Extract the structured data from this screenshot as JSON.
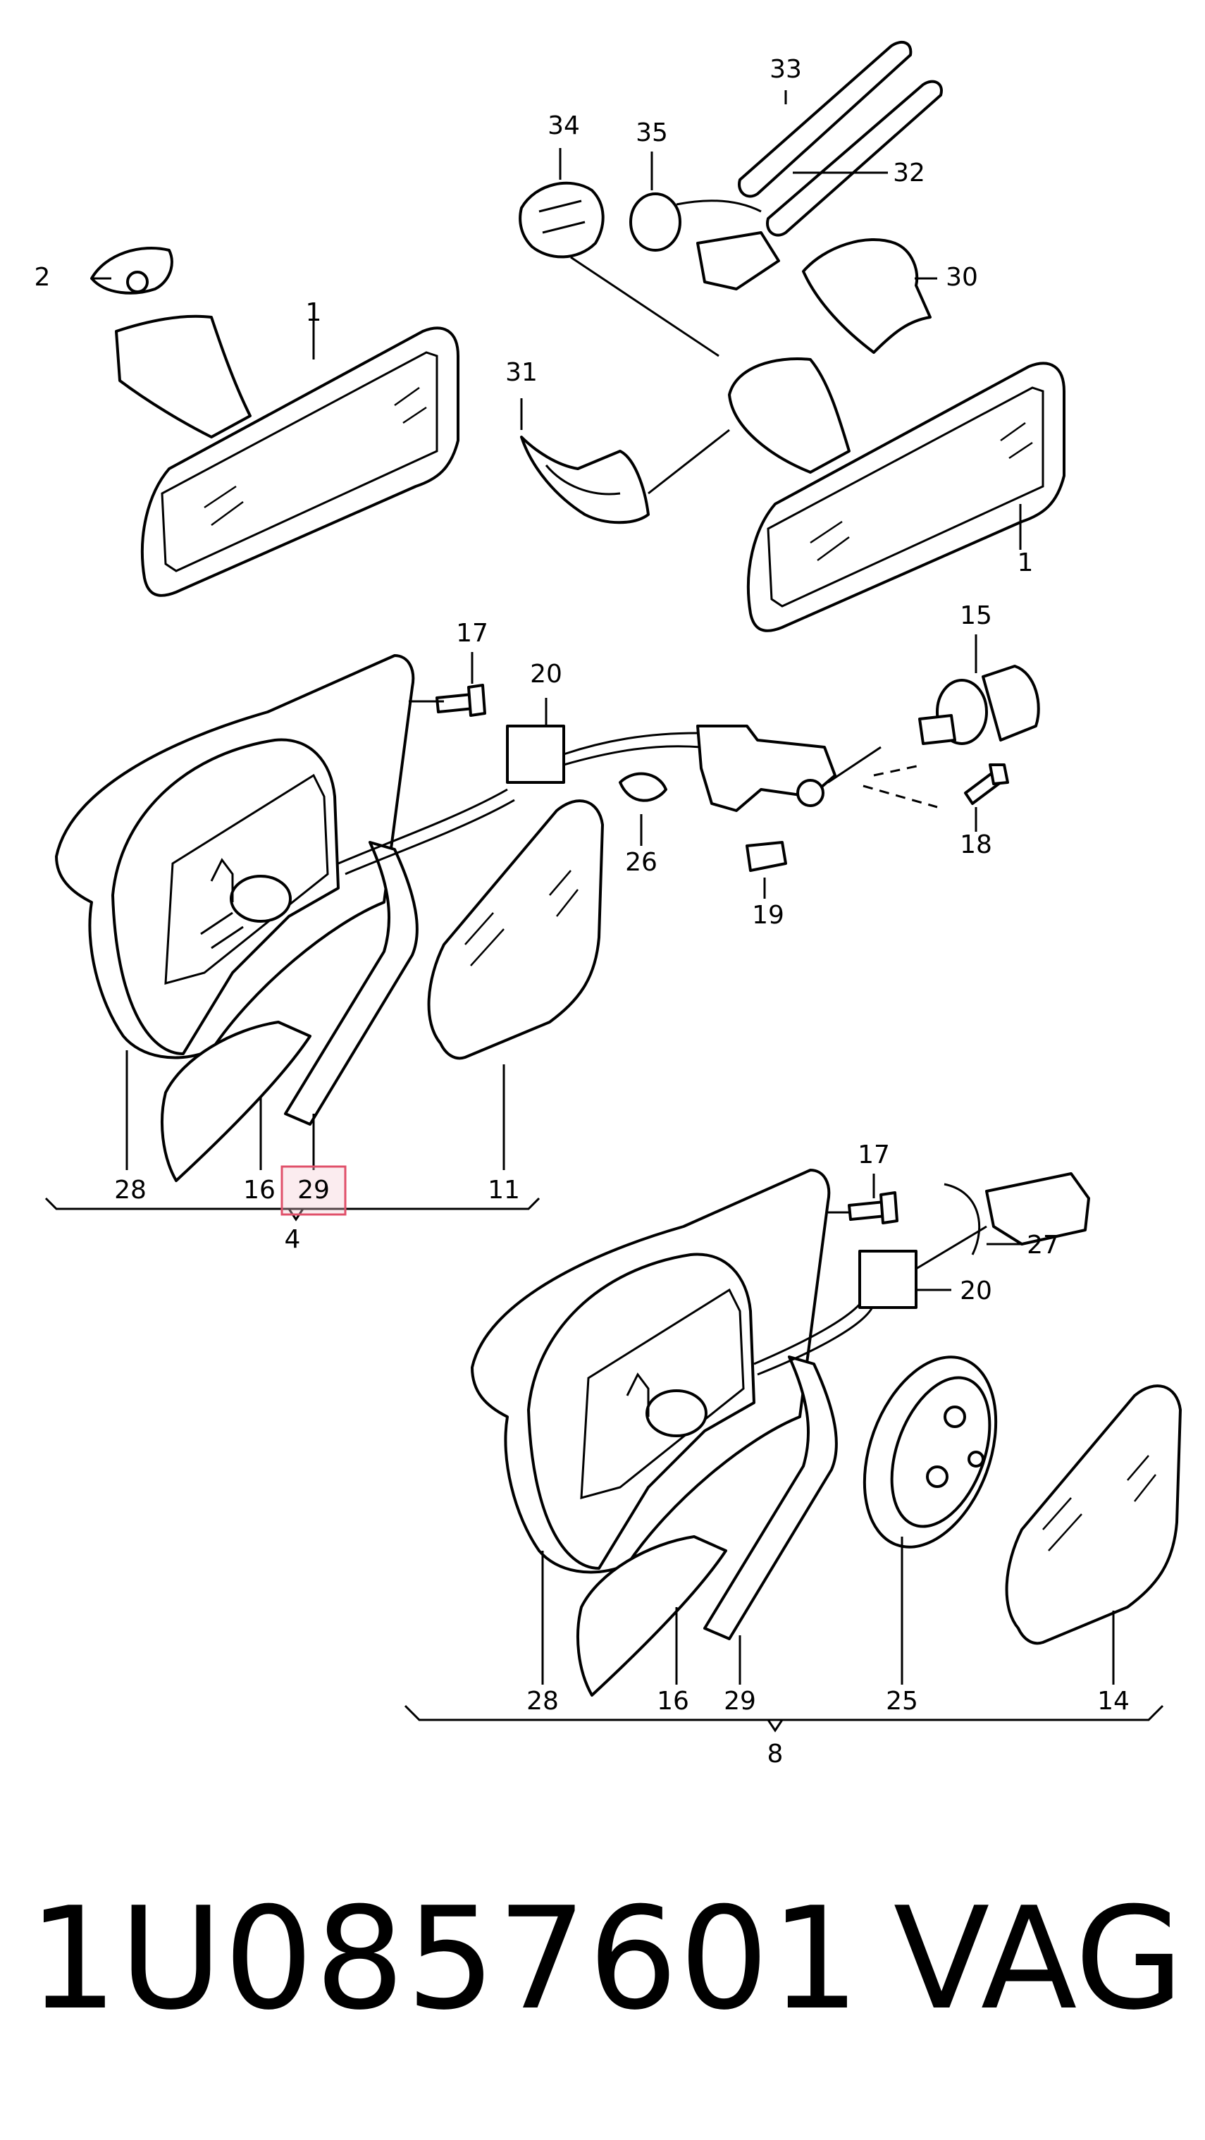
{
  "callouts": {
    "c1a": "1",
    "c1b": "1",
    "c2": "2",
    "c30": "30",
    "c31": "31",
    "c32": "32",
    "c33": "33",
    "c34": "34",
    "c35": "35",
    "c17a": "17",
    "c20a": "20",
    "c15": "15",
    "c18": "18",
    "c26": "26",
    "c19": "19",
    "c28a": "28",
    "c16a": "16",
    "c29a": "29",
    "c11": "11",
    "c4": "4",
    "c17b": "17",
    "c27": "27",
    "c20b": "20",
    "c28b": "28",
    "c16b": "16",
    "c29b": "29",
    "c25": "25",
    "c14": "14",
    "c8": "8"
  },
  "highlight": {
    "label": "29",
    "color": "#e0506a"
  },
  "caption": {
    "part_number": "1U0857601",
    "brand": "VAG"
  }
}
